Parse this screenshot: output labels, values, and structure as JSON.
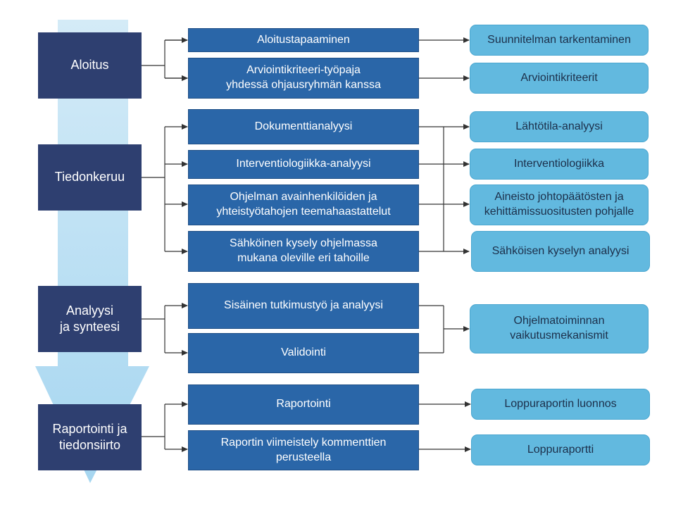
{
  "colors": {
    "phase_fill": "#2e3f70",
    "activity_fill": "#2a66a8",
    "output_fill": "#62b9df",
    "connector": "#333333",
    "background_arrow_top": "#d4ebf7",
    "background_arrow_bottom": "#a6d6f0"
  },
  "phases": [
    {
      "label": "Aloitus"
    },
    {
      "label": "Tiedonkeruu"
    },
    {
      "label": "Analyysi\nja synteesi"
    },
    {
      "label": "Raportointi ja\ntiedonsiirto"
    }
  ],
  "activities": [
    {
      "label": "Aloitustapaaminen"
    },
    {
      "label": "Arviointikriteeri-työpaja\nyhdessä ohjausryhmän kanssa"
    },
    {
      "label": "Dokumenttianalyysi"
    },
    {
      "label": "Interventiologiikka-analyysi"
    },
    {
      "label": "Ohjelman avainhenkilöiden ja\nyhteistyötahojen teemahaastattelut"
    },
    {
      "label": "Sähköinen kysely ohjelmassa\nmukana oleville eri tahoille"
    },
    {
      "label": "Sisäinen tutkimustyö ja analyysi"
    },
    {
      "label": "Validointi"
    },
    {
      "label": "Raportointi"
    },
    {
      "label": "Raportin viimeistely kommenttien\nperusteella"
    }
  ],
  "outputs": [
    {
      "label": "Suunnitelman tarkentaminen"
    },
    {
      "label": "Arviointikriteerit"
    },
    {
      "label": "Lähtötila-analyysi"
    },
    {
      "label": "Interventiologiikka"
    },
    {
      "label": "Aineisto johtopäätösten ja\nkehittämissuositusten pohjalle"
    },
    {
      "label": "Sähköisen kyselyn analyysi"
    },
    {
      "label": "Ohjelmatoiminnan\nvaikutusmekanismit"
    },
    {
      "label": "Loppuraportin luonnos"
    },
    {
      "label": "Loppuraportti"
    }
  ]
}
